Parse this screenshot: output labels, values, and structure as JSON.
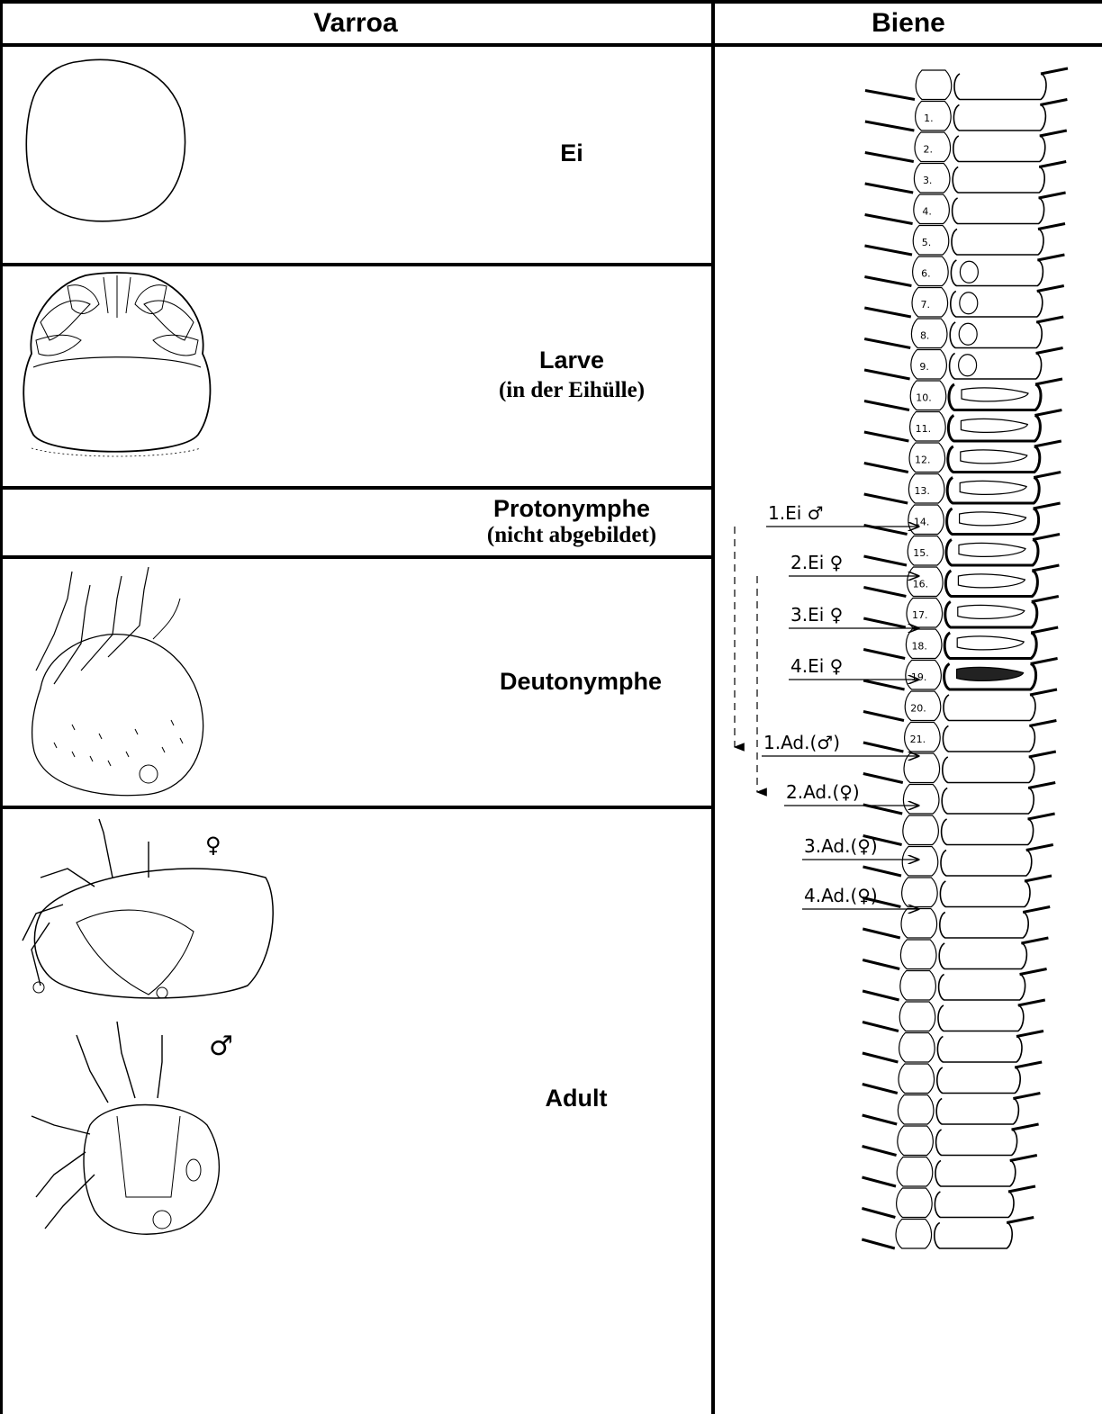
{
  "header": {
    "left": "Varroa",
    "right": "Biene"
  },
  "stages": {
    "egg": {
      "label": "Ei"
    },
    "larva": {
      "label": "Larve",
      "sub": "(in der Eihülle)"
    },
    "protonymph": {
      "label": "Protonymphe",
      "sub": "(nicht abgebildet)"
    },
    "deutonymph": {
      "label": "Deutonymphe"
    },
    "adult": {
      "label": "Adult",
      "female_symbol": "♀",
      "male_symbol": "♂"
    }
  },
  "bee_cells": [
    "1.",
    "2.",
    "3.",
    "4.",
    "5.",
    "6.",
    "7.",
    "8.",
    "9.",
    "10.",
    "11.",
    "12.",
    "13.",
    "14.",
    "15.",
    "16.",
    "17.",
    "18.",
    "19.",
    "20.",
    "21."
  ],
  "events": [
    "1.Ei ♂",
    "2.Ei ♀",
    "3.Ei ♀",
    "4.Ei ♀",
    "1.Ad.(♂)",
    "2.Ad.(♀)",
    "3.Ad.(♀)",
    "4.Ad.(♀)"
  ]
}
